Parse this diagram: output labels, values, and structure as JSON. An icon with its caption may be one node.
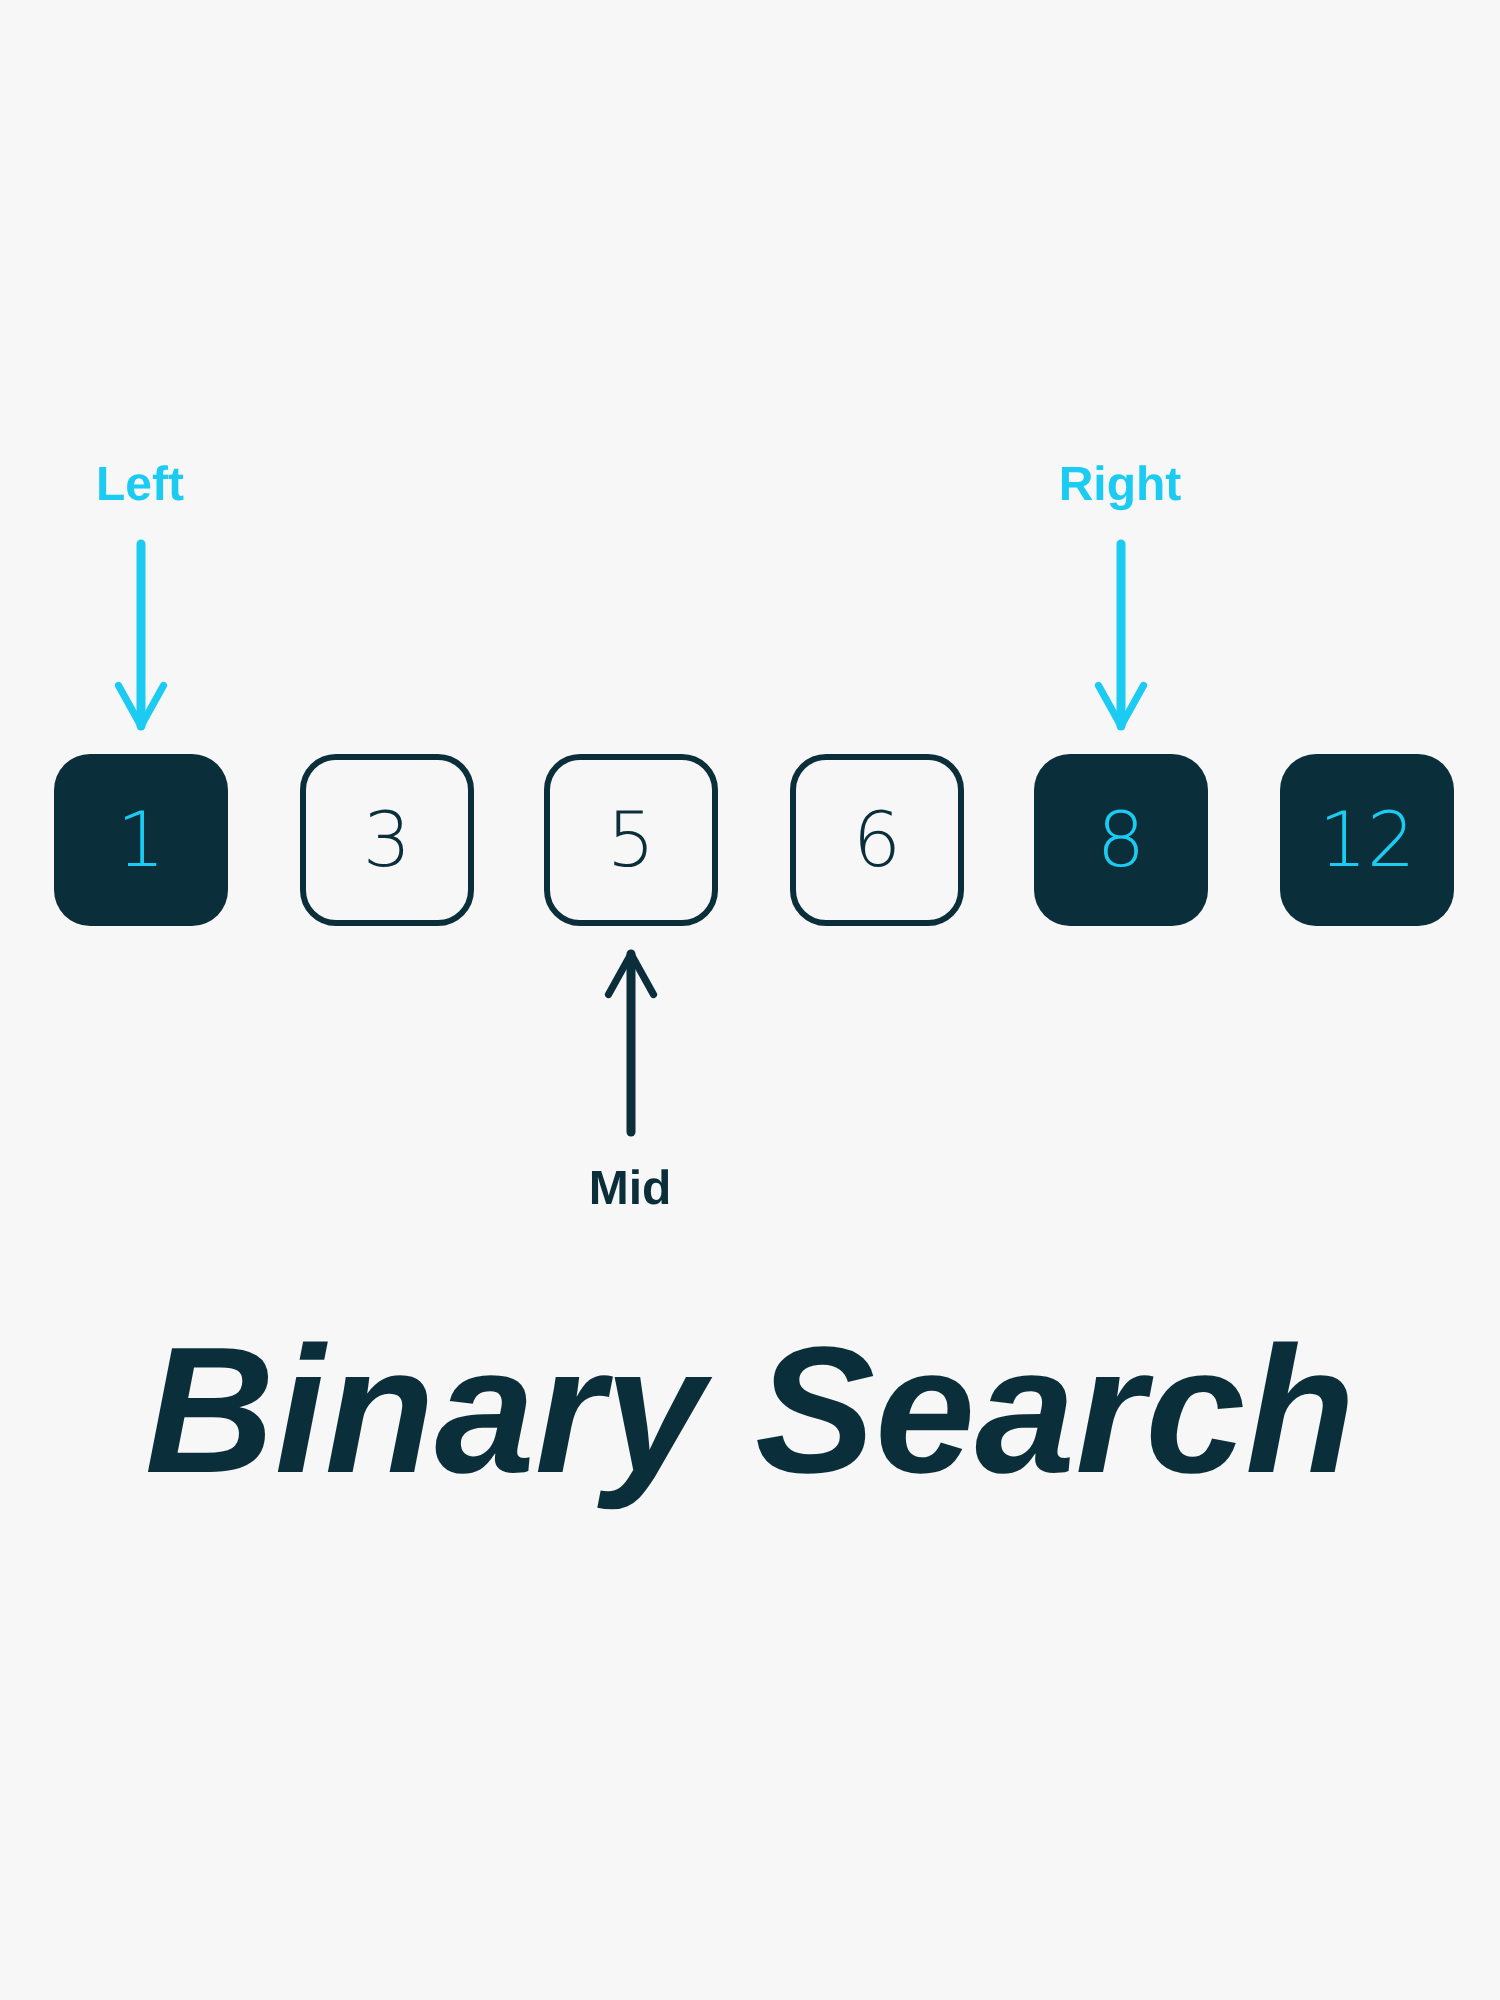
{
  "diagram": {
    "title": "Binary Search",
    "nodes": [
      {
        "text": [
          "Left"
        ]
      },
      {
        "text": [
          "Right"
        ]
      },
      {
        "text": [
          "1"
        ]
      },
      {
        "text": [
          "3"
        ]
      },
      {
        "text": [
          "5"
        ]
      },
      {
        "text": [
          "6"
        ]
      },
      {
        "text": [
          "8"
        ]
      },
      {
        "text": [
          "12"
        ]
      },
      {
        "text": [
          "Mid"
        ]
      }
    ],
    "edges": [
      {
        "from": 0,
        "to": 2,
        "arrow": "to"
      },
      {
        "from": 1,
        "to": 6,
        "arrow": "to"
      },
      {
        "from": 8,
        "to": 4,
        "arrow": "to",
        "color": "#0b2f3a"
      }
    ]
  }
}
